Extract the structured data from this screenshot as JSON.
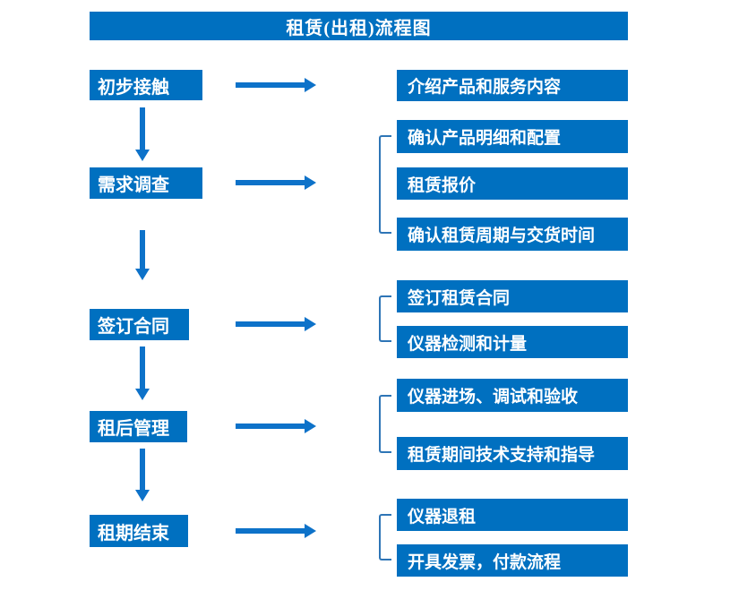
{
  "title": "租赁(出租)流程图",
  "colors": {
    "box_fill": "#0070c0",
    "arrow_blue": "#0d72c9",
    "bracket_blue": "#2e75b6",
    "text_white": "#ffffff",
    "background": "#ffffff"
  },
  "steps": [
    {
      "label": "初步接触",
      "details": [
        "介绍产品和服务内容"
      ]
    },
    {
      "label": "需求调查",
      "details": [
        "确认产品明细和配置",
        "租赁报价",
        "确认租赁周期与交货时间"
      ]
    },
    {
      "label": "签订合同",
      "details": [
        "签订租赁合同",
        "仪器检测和计量"
      ]
    },
    {
      "label": "租后管理",
      "details": [
        "仪器进场、调试和验收",
        "租赁期间技术支持和指导"
      ]
    },
    {
      "label": "租期结束",
      "details": [
        "仪器退租",
        "开具发票，付款流程"
      ]
    }
  ]
}
